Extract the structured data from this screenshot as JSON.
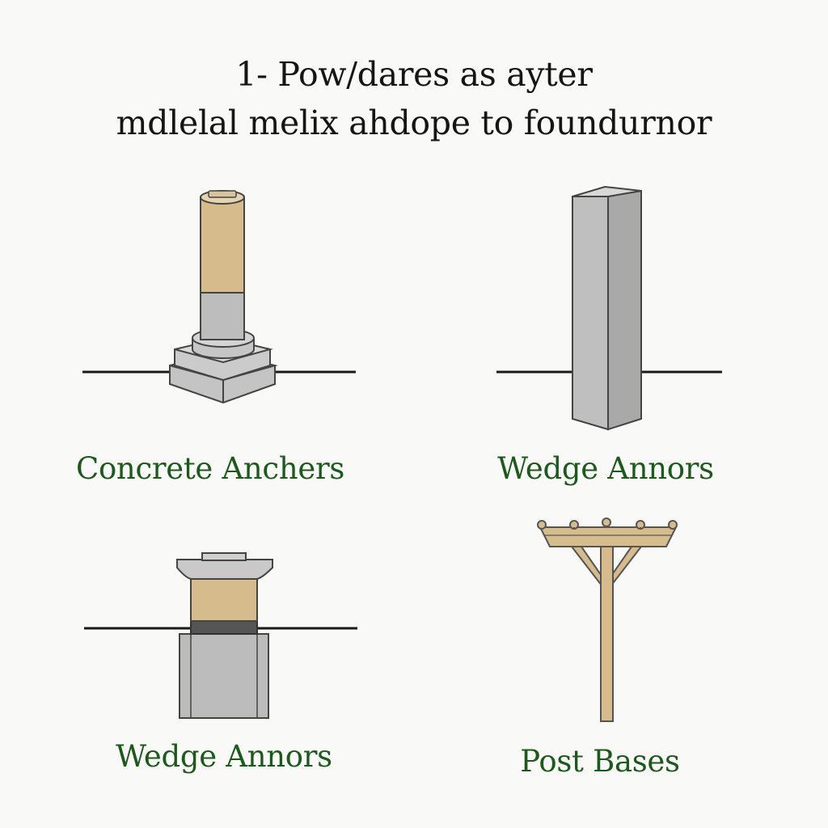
{
  "title": {
    "line1": "1- Pow/dares as ayter",
    "line2": "mdlelal melix ahdope to foundurnor"
  },
  "items": [
    {
      "label": "Concrete Anchers"
    },
    {
      "label": "Wedge Annors"
    },
    {
      "label": "Wedge Annors"
    },
    {
      "label": "Post Bases"
    }
  ],
  "colors": {
    "label_green": "#1c5a1c",
    "concrete_gray": "#b9b9b9",
    "wood_tan": "#d6bc8c",
    "ground_line": "#1a1a1a"
  }
}
